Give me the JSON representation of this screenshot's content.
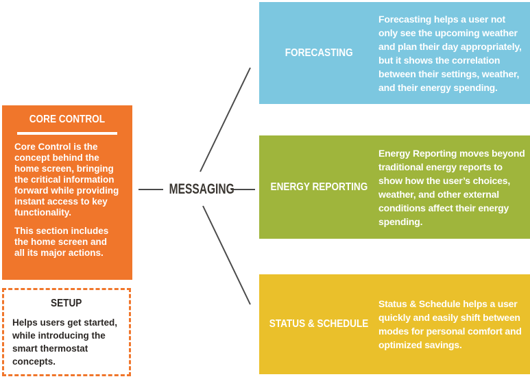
{
  "palette": {
    "orange": "#F0762B",
    "blue": "#7CC7E0",
    "green": "#9FB53C",
    "yellow": "#EAC02B",
    "line": "#4A4A4A",
    "dark_text": "#3A3631",
    "white_text": "#FFFFFF"
  },
  "left_column": {
    "core_control": {
      "title": "CORE CONTROL",
      "paragraphs": [
        "Core Control is the concept behind the home screen, bringing the critical information forward while providing instant access to key functionality.",
        "This section includes the home screen and all its major actions."
      ]
    },
    "setup": {
      "title": "SETUP",
      "description": "Helps users get started, while introducing the smart thermostat concepts."
    }
  },
  "center": {
    "label": "MESSAGING"
  },
  "branches": [
    {
      "title": "FORECASTING",
      "description": "Forecasting helps a user not only see the upcoming weather and plan their day appropriately, but it shows the correlation between their settings, weather, and their energy spending.",
      "color": "#7CC7E0"
    },
    {
      "title": "ENERGY REPORTING",
      "description": "Energy Reporting moves beyond traditional energy reports to show how the user’s choices, weather, and other external conditions affect their energy spending.",
      "color": "#9FB53C"
    },
    {
      "title": "STATUS & SCHEDULE",
      "description": "Status & Schedule helps a user quickly and easily shift between modes for personal comfort and optimized savings.",
      "color": "#EAC02B"
    }
  ]
}
